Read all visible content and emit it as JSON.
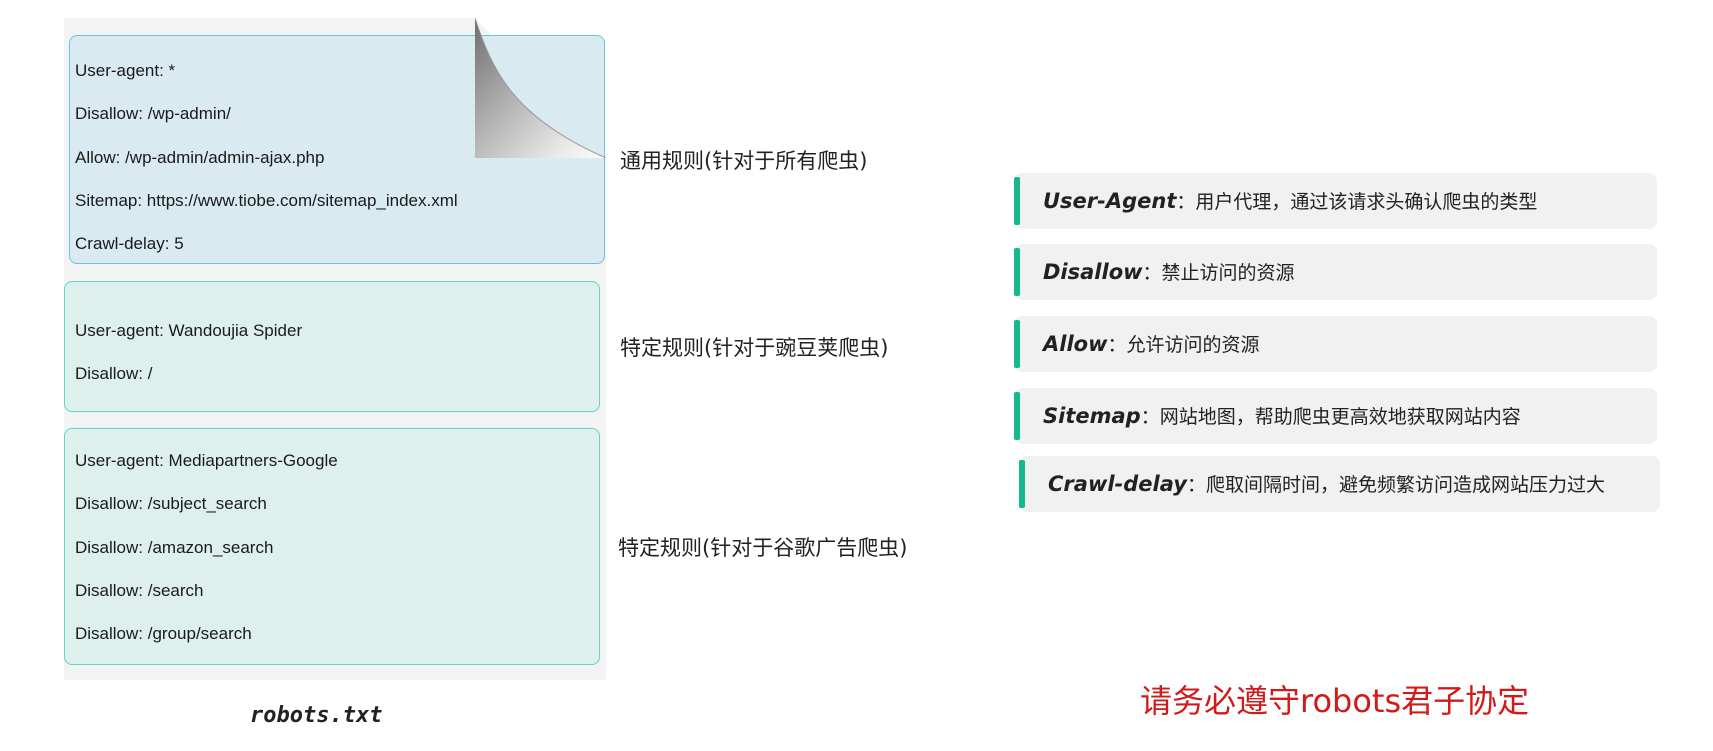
{
  "file": {
    "name": "robots.txt",
    "general_block": [
      "User-agent: *",
      "Disallow: /wp-admin/",
      "Allow: /wp-admin/admin-ajax.php",
      "Sitemap: https://www.tiobe.com/sitemap_index.xml",
      "Crawl-delay: 5"
    ],
    "wandoujia_block": [
      "User-agent: Wandoujia Spider",
      "Disallow: /"
    ],
    "google_block": [
      "User-agent: Mediapartners-Google",
      "Disallow: /subject_search",
      "Disallow: /amazon_search",
      "Disallow: /search",
      "Disallow: /group/search"
    ]
  },
  "rule_labels": {
    "general": "通用规则(针对于所有爬虫)",
    "wandoujia": "特定规则(针对于豌豆荚爬虫)",
    "google": "特定规则(针对于谷歌广告爬虫)"
  },
  "legend": [
    {
      "term": "User-Agent",
      "sep": "：",
      "desc": "用户代理，通过该请求头确认爬虫的类型"
    },
    {
      "term": "Disallow",
      "sep": "：",
      "desc": "禁止访问的资源"
    },
    {
      "term": "Allow",
      "sep": "：",
      "desc": "允许访问的资源"
    },
    {
      "term": "Sitemap",
      "sep": "：",
      "desc": "网站地图，帮助爬虫更高效地获取网站内容"
    },
    {
      "term": "Crawl-delay",
      "sep": "：",
      "desc": "爬取间隔时间，避免频繁访问造成网站压力过大"
    }
  ],
  "notice": "请务必遵守robots君子协定",
  "colors": {
    "accent_bar": "#17b890",
    "general_block_border": "#69c1e3",
    "specific_block_border": "#5fd6c9",
    "notice_text": "#d11a1a"
  }
}
